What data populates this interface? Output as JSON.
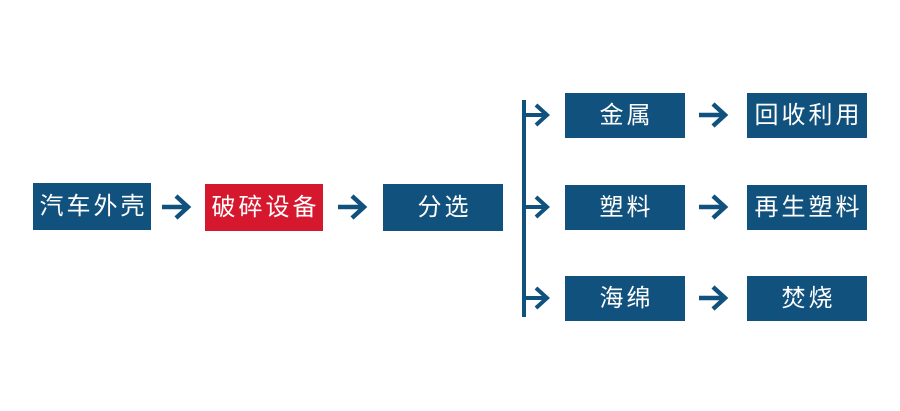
{
  "diagram": {
    "background": "#ffffff",
    "colors": {
      "node_blue": "#11517e",
      "node_red": "#d6182f",
      "arrow_blue": "#11517e",
      "connector_blue": "#11517e",
      "text_white": "#ffffff"
    },
    "main_flow": {
      "source": {
        "label": "汽车外壳"
      },
      "process": {
        "label": "破碎设备"
      },
      "sort": {
        "label": "分选"
      }
    },
    "branches": [
      {
        "material": "金属",
        "outcome": "回收利用"
      },
      {
        "material": "塑料",
        "outcome": "再生塑料"
      },
      {
        "material": "海绵",
        "outcome": "焚烧"
      }
    ],
    "icons": {
      "flow_arrow": "right-arrow",
      "branch_arrow": "right-arrow"
    }
  }
}
